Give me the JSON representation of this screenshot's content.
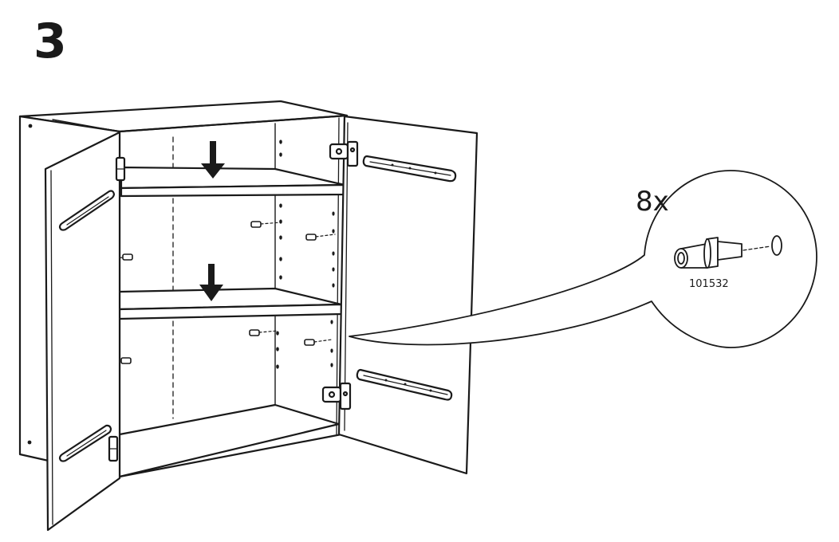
{
  "step": {
    "number": "3"
  },
  "callout": {
    "quantity": "8x",
    "part_number": "101532",
    "part_icon": "shelf-support-pin-icon"
  },
  "arrows": {
    "icon": "arrow-down-icon",
    "count": 2
  },
  "colors": {
    "ink": "#1a1a1a",
    "paper": "#ffffff"
  }
}
